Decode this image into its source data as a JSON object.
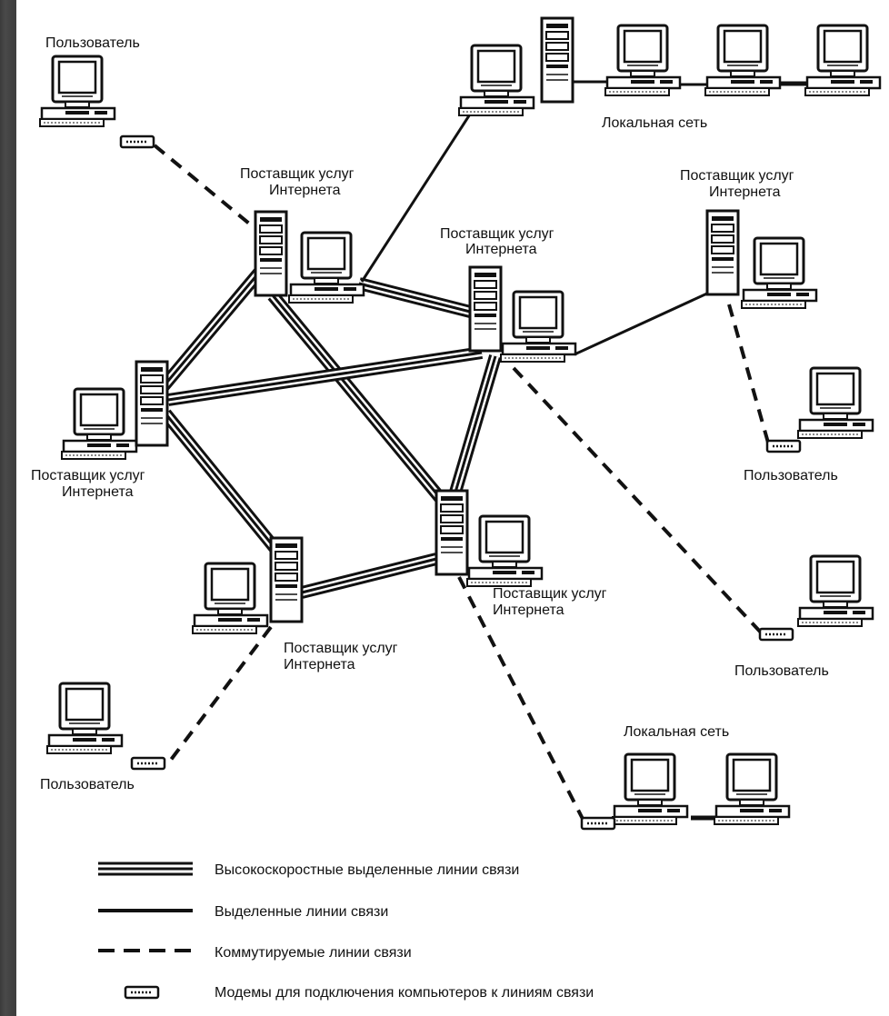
{
  "labels": {
    "user_top_left": "Пользователь",
    "local_net_top": "Локальная сеть",
    "isp1_l1": "Поставщик услуг",
    "isp1_l2": "Интернета",
    "isp2_l1": "Поставщик услуг",
    "isp2_l2": "Интернета",
    "isp3_l1": "Поставщик услуг",
    "isp3_l2": "Интернета",
    "isp4_l1": "Поставщик услуг",
    "isp4_l2": "Интернета",
    "isp5_l1": "Поставщик услуг",
    "isp5_l2": "Интернета",
    "isp6_l1": "Поставщик услуг",
    "isp6_l2": "Интернета",
    "user_right_1": "Пользователь",
    "user_right_2": "Пользователь",
    "user_bottom_left": "Пользователь",
    "local_net_bottom": "Локальная сеть"
  },
  "legend": {
    "high_speed": "Высокоскоростные выделенные линии связи",
    "dedicated": "Выделенные линии связи",
    "dialup": "Коммутируемые линии связи",
    "modems": "Модемы для подключения компьютеров к линиям связи"
  }
}
